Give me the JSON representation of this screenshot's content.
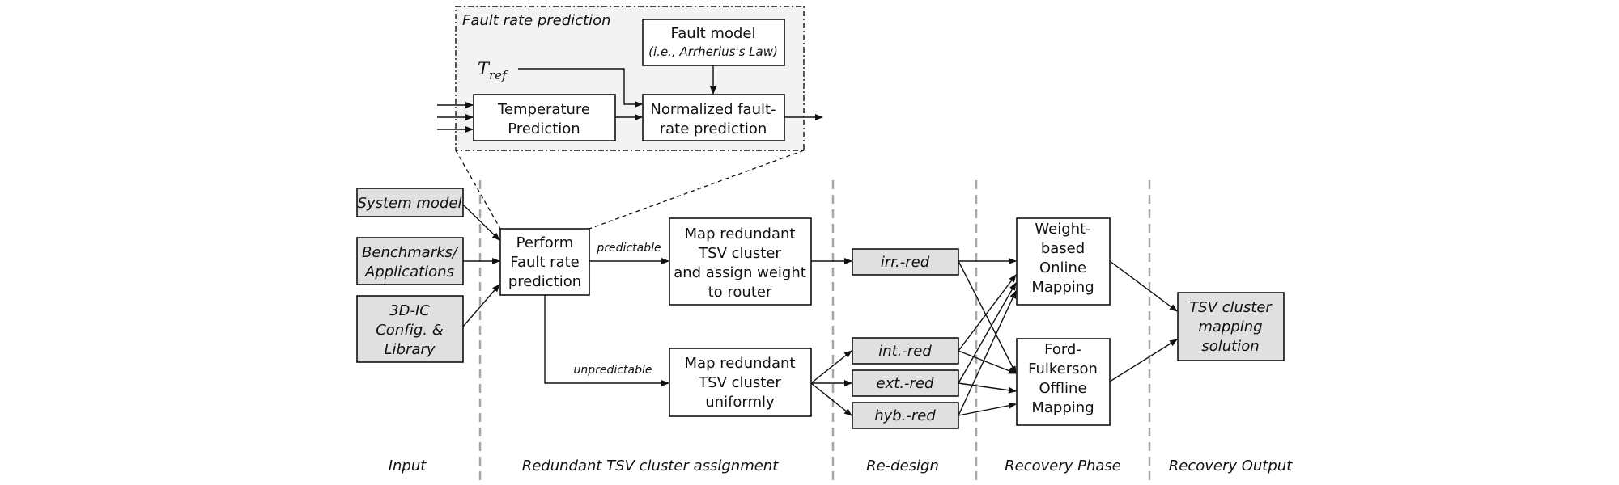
{
  "zoom": {
    "title": "Fault rate prediction",
    "fault_model": [
      "Fault model",
      "(i.e., Arrherius's Law)"
    ],
    "t_ref": {
      "main": "T",
      "sub": "ref"
    },
    "temperature": [
      "Temperature",
      "Prediction"
    ],
    "normalized": [
      "Normalized fault-",
      "rate prediction"
    ]
  },
  "inputs": {
    "system_model": [
      "System model"
    ],
    "benchmarks": [
      "Benchmarks/",
      "Applications"
    ],
    "config": [
      "3D-IC",
      "Config. &",
      "Library"
    ]
  },
  "assignment": {
    "perform": [
      "Perform",
      "Fault rate",
      "prediction"
    ],
    "predictable_label": "predictable",
    "unpredictable_label": "unpredictable",
    "map_weight": [
      "Map redundant",
      "TSV cluster",
      "and assign weight",
      "to router"
    ],
    "map_uniform": [
      "Map redundant",
      "TSV cluster",
      "uniformly"
    ]
  },
  "redesign": {
    "irr": [
      "irr.-red"
    ],
    "int": [
      "int.-red"
    ],
    "ext": [
      "ext.-red"
    ],
    "hyb": [
      "hyb.-red"
    ]
  },
  "recovery": {
    "online": [
      "Weight-",
      "based",
      "Online",
      "Mapping"
    ],
    "offline": [
      "Ford-",
      "Fulkerson",
      "Offline",
      "Mapping"
    ]
  },
  "output": {
    "solution": [
      "TSV cluster",
      "mapping",
      "solution"
    ]
  },
  "phases": {
    "input": "Input",
    "assignment": "Redundant TSV cluster assignment",
    "redesign": "Re-design",
    "recovery": "Recovery Phase",
    "output": "Recovery Output"
  }
}
